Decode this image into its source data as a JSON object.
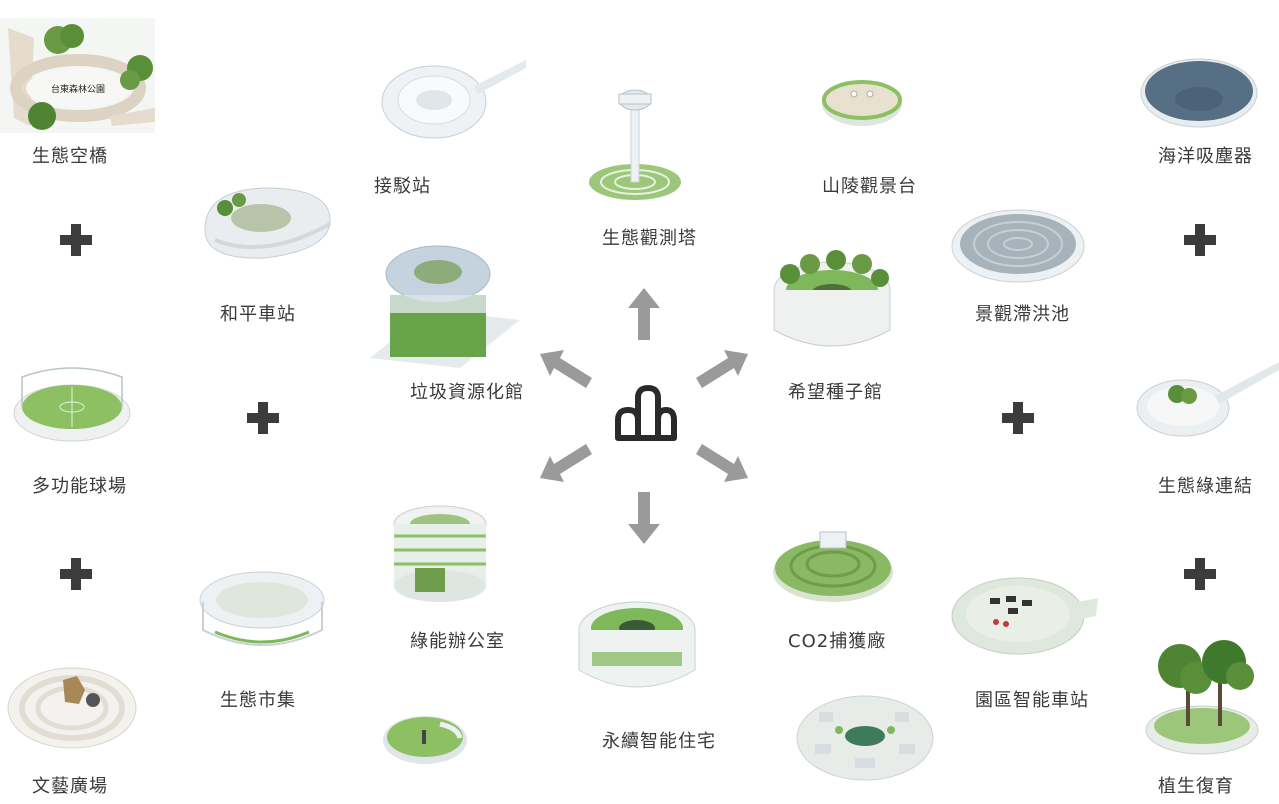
{
  "center": {
    "logo_icon": "loop-logo-icon"
  },
  "nodes": {
    "eco_bridge": {
      "label": "生態空橋",
      "sign": "台東森林公園"
    },
    "shuttle_station": {
      "label": "接駁站"
    },
    "eco_tower": {
      "label": "生態觀測塔"
    },
    "hill_viewpoint": {
      "label": "山陵觀景台"
    },
    "ocean_dust": {
      "label": "海洋吸塵器"
    },
    "peace_station": {
      "label": "和平車站"
    },
    "waste_hall": {
      "label": "垃圾資源化館"
    },
    "seed_hall": {
      "label": "希望種子館"
    },
    "detention_pond": {
      "label": "景觀滯洪池"
    },
    "ball_field": {
      "label": "多功能球場"
    },
    "eco_link": {
      "label": "生態綠連結"
    },
    "green_office": {
      "label": "綠能辦公室"
    },
    "co2_plant": {
      "label": "CO2捕獲廠"
    },
    "eco_market": {
      "label": "生態市集"
    },
    "park_station": {
      "label": "園區智能車站"
    },
    "arts_plaza": {
      "label": "文藝廣場"
    },
    "housing": {
      "label": "永續智能住宅"
    },
    "revegetation": {
      "label": "植生復育"
    }
  },
  "colors": {
    "green": "#7fb85a",
    "dark_green": "#3f7a2c",
    "tree": "#5a8f3a",
    "water": "#5a7f9c",
    "structure": "#e8ecef",
    "arrow": "#9a9a9a",
    "plus": "#3c3c3c"
  }
}
